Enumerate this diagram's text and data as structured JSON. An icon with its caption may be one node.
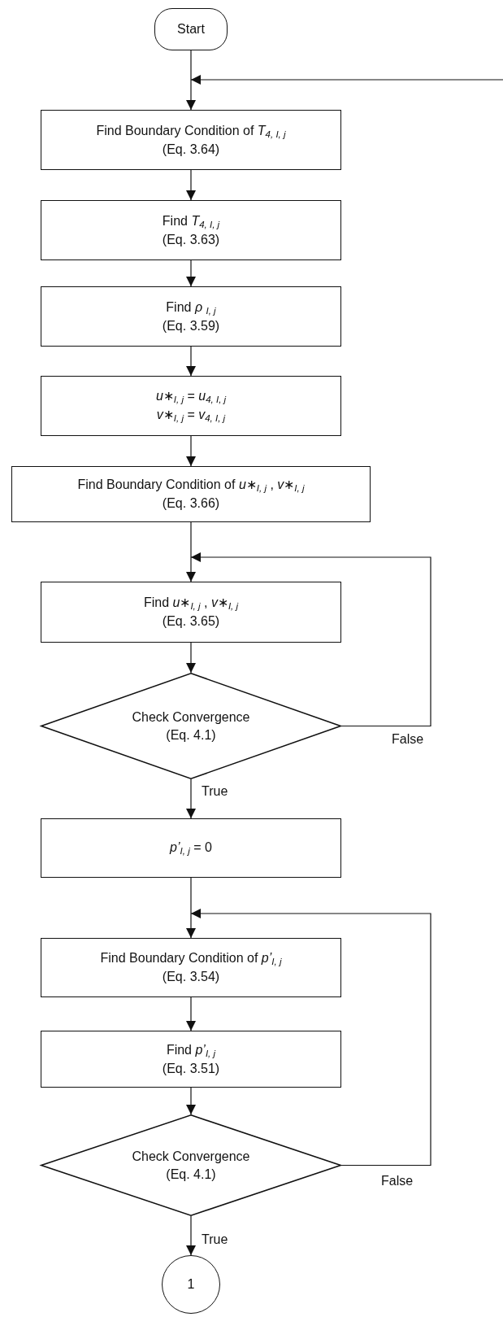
{
  "diagram": {
    "nodes": [
      {
        "text": [
          "Start"
        ]
      },
      {
        "text": [
          "Find Boundary Condition of *T*$_{4, I, j}$",
          "(Eq. 3.64)"
        ]
      },
      {
        "text": [
          "Find *T*$_{4, I, j}$",
          "(Eq. 3.63)"
        ]
      },
      {
        "text": [
          "Find *ρ* $_{I, j}$",
          "(Eq. 3.59)"
        ]
      },
      {
        "text": [
          "*u*∗$_{I, j}$ = *u*$_{4, I, j}$",
          "*v*∗$_{I, j}$ = *v*$_{4, I, j}$"
        ]
      },
      {
        "text": [
          "Find Boundary Condition of *u*∗$_{I, j}$ , *v*∗$_{I, j}$",
          "(Eq. 3.66)"
        ]
      },
      {
        "text": [
          "Find *u*∗$_{I, j}$ , *v*∗$_{I, j}$",
          "(Eq. 3.65)"
        ]
      },
      {
        "text": [
          "Check Convergence",
          "(Eq. 4.1)"
        ]
      },
      {
        "text": [
          "*p’*$_{I, j}$ = 0"
        ]
      },
      {
        "text": [
          "Find Boundary Condition of *p’*$_{I, j}$",
          "(Eq. 3.54)"
        ]
      },
      {
        "text": [
          "Find *p’*$_{I, j}$",
          "(Eq. 3.51)"
        ]
      },
      {
        "text": [
          "Check Convergence",
          "(Eq. 4.1)"
        ]
      },
      {
        "text": [
          "1"
        ]
      }
    ],
    "edges": [
      {
        "from": null,
        "to": 1,
        "arrow": "to"
      },
      {
        "from": 0,
        "to": 1,
        "arrow": "to"
      },
      {
        "from": 1,
        "to": 2,
        "arrow": "to"
      },
      {
        "from": 2,
        "to": 3,
        "arrow": "to"
      },
      {
        "from": 3,
        "to": 4,
        "arrow": "to"
      },
      {
        "from": 4,
        "to": 5,
        "arrow": "to"
      },
      {
        "from": 5,
        "to": 6,
        "arrow": "to"
      },
      {
        "from": 6,
        "to": 7,
        "arrow": "to"
      },
      {
        "from": 7,
        "to": 6,
        "label": "False",
        "arrow": "to"
      },
      {
        "from": 7,
        "to": 8,
        "label": "True",
        "arrow": "to"
      },
      {
        "from": 8,
        "to": 9,
        "arrow": "to"
      },
      {
        "from": 9,
        "to": 10,
        "arrow": "to"
      },
      {
        "from": 10,
        "to": 11,
        "arrow": "to"
      },
      {
        "from": 11,
        "to": 9,
        "label": "False",
        "arrow": "to"
      },
      {
        "from": 11,
        "to": 12,
        "label": "True",
        "arrow": "to"
      }
    ]
  }
}
